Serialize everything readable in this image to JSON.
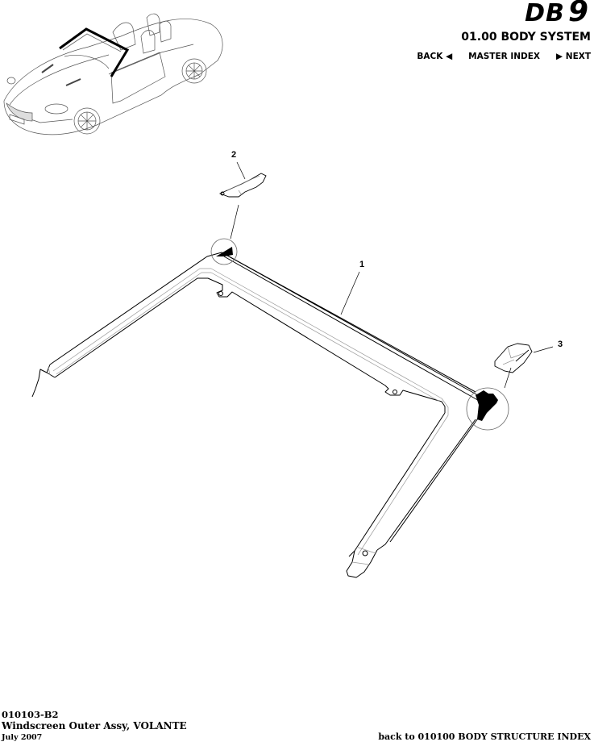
{
  "header": {
    "logo_main": "DB",
    "logo_num": "9",
    "system_title": "01.00 BODY SYSTEM",
    "nav": {
      "back_label": "BACK",
      "back_icon": "triangle-left-icon",
      "master_index_label": "MASTER INDEX",
      "next_icon": "triangle-right-icon",
      "next_label": "NEXT"
    }
  },
  "overview_image": {
    "description": "Aston Martin DB9 Volante convertible, windscreen frame highlighted"
  },
  "drawing": {
    "callouts": [
      {
        "id": "1",
        "label": "1"
      },
      {
        "id": "2",
        "label": "2"
      },
      {
        "id": "3",
        "label": "3"
      }
    ],
    "line_color": "#000000",
    "detail_line_color": "#9a9a9a"
  },
  "footer": {
    "part_code": "010103-B2",
    "description": "Windscreen Outer Assy, VOLANTE",
    "date": "July 2007",
    "back_link": "back to 010100 BODY STRUCTURE INDEX"
  }
}
